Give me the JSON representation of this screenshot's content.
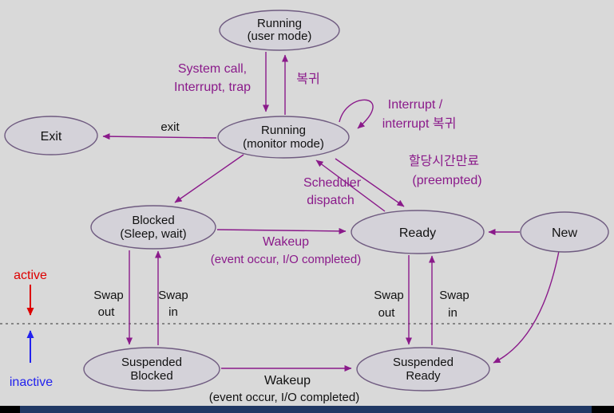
{
  "diagram": {
    "title": "process-state-transition-diagram",
    "nodes": {
      "running_user": {
        "line1": "Running",
        "line2": "(user mode)"
      },
      "running_monitor": {
        "line1": "Running",
        "line2": "(monitor mode)"
      },
      "exit": {
        "label": "Exit"
      },
      "blocked": {
        "line1": "Blocked",
        "line2": "(Sleep, wait)"
      },
      "ready": {
        "label": "Ready"
      },
      "new": {
        "label": "New"
      },
      "suspended_blocked": {
        "line1": "Suspended",
        "line2": "Blocked"
      },
      "suspended_ready": {
        "line1": "Suspended",
        "line2": "Ready"
      }
    },
    "labels": {
      "system_call": {
        "line1": "System call,",
        "line2": "Interrupt, trap"
      },
      "return_kr": "복귀",
      "interrupt_loop": {
        "line1": "Interrupt /",
        "line2": "interrupt 복귀"
      },
      "exit_edge": "exit",
      "preempted": {
        "line1": "할당시간만료",
        "line2": "(preempted)"
      },
      "scheduler": {
        "line1": "Scheduler",
        "line2": "dispatch"
      },
      "wakeup_top": {
        "line1": "Wakeup",
        "line2": "(event occur, I/O completed)"
      },
      "wakeup_bottom": {
        "line1": "Wakeup",
        "line2": "(event occur, I/O completed)"
      },
      "swap_out_left": {
        "line1": "Swap",
        "line2": "out"
      },
      "swap_in_left": {
        "line1": "Swap",
        "line2": "in"
      },
      "swap_out_right": {
        "line1": "Swap",
        "line2": "out"
      },
      "swap_in_right": {
        "line1": "Swap",
        "line2": "in"
      },
      "active": "active",
      "inactive": "inactive"
    },
    "colors": {
      "background": "#d9d9d9",
      "node_fill": "#d4d2d9",
      "node_stroke": "#6f5b80",
      "arrow_purple": "#8a1a8a",
      "label_purple": "#8a1a8a",
      "active_red": "#dd0000",
      "inactive_blue": "#2222ee",
      "footer_bar_blue": "#203864",
      "footer_bar_black": "#000000"
    }
  }
}
